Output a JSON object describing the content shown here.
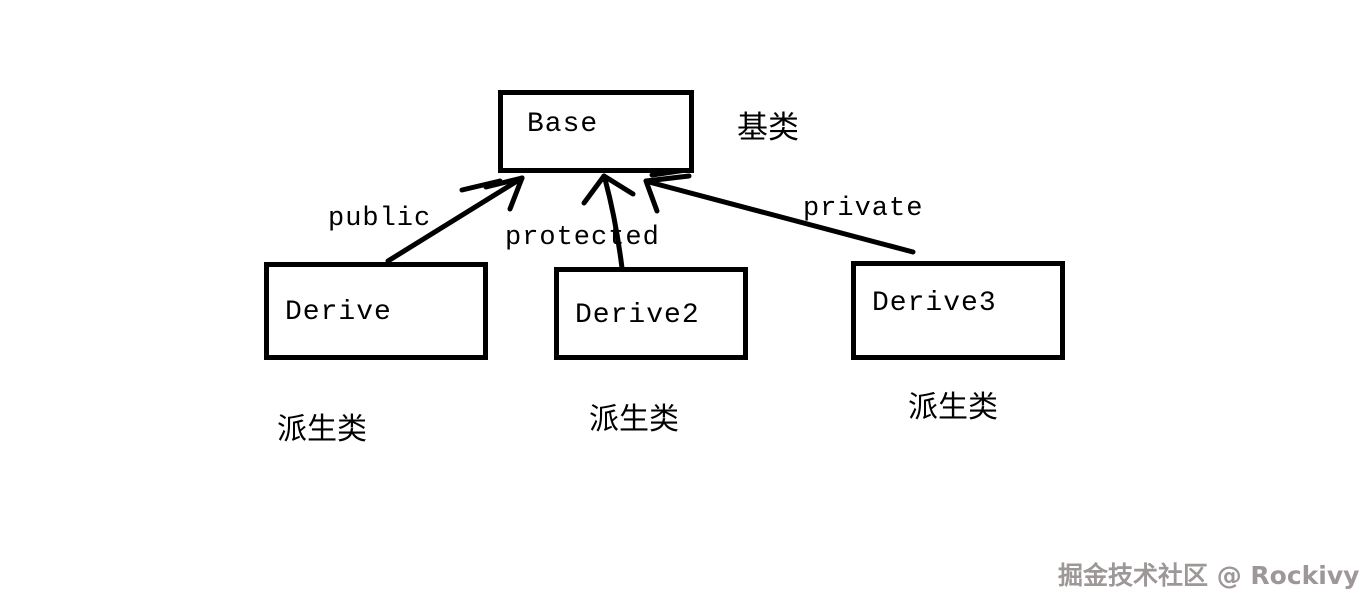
{
  "diagram": {
    "title_hint": "C++ inheritance diagram",
    "base_class": {
      "name": "Base",
      "annotation": "基类"
    },
    "derived_classes": [
      {
        "name": "Derive",
        "inheritance": "public",
        "annotation": "派生类"
      },
      {
        "name": "Derive2",
        "inheritance": "protected",
        "annotation": "派生类"
      },
      {
        "name": "Derive3",
        "inheritance": "private",
        "annotation": "派生类"
      }
    ],
    "edges": [
      {
        "from": "Derive",
        "to": "Base",
        "label": "public"
      },
      {
        "from": "Derive2",
        "to": "Base",
        "label": "protected"
      },
      {
        "from": "Derive3",
        "to": "Base",
        "label": "private"
      }
    ]
  },
  "watermark": "掘金技术社区 @ Rockivy",
  "colors": {
    "stroke": "#000000",
    "background": "#ffffff",
    "watermark": "#9d9797"
  }
}
